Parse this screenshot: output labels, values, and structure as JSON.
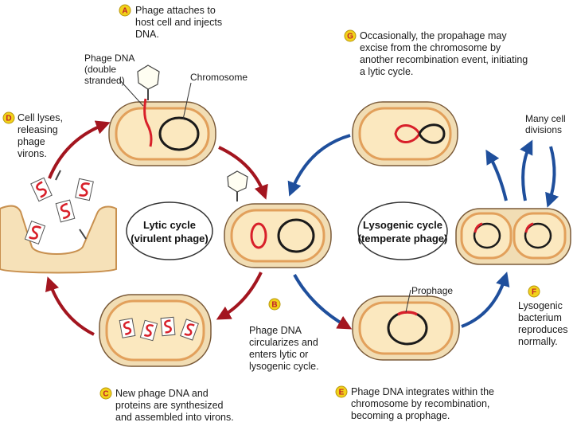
{
  "steps": {
    "A": {
      "letter": "A",
      "lines": [
        "Phage attaches to",
        "host cell and injects",
        "DNA."
      ]
    },
    "B": {
      "letter": "B",
      "lines": [
        "Phage DNA",
        "circularizes and",
        "enters lytic or",
        "lysogenic cycle."
      ]
    },
    "C": {
      "letter": "C",
      "lines": [
        "New phage DNA and",
        "proteins are synthesized",
        "and assembled into virons."
      ]
    },
    "D": {
      "letter": "D",
      "lines": [
        "Cell lyses,",
        "releasing",
        "phage",
        "virons."
      ]
    },
    "E": {
      "letter": "E",
      "lines": [
        "Phage DNA integrates within the",
        "chromosome by recombination,",
        "becoming a prophage."
      ]
    },
    "F": {
      "letter": "F",
      "lines": [
        "Lysogenic",
        "bacterium",
        "reproduces",
        "normally."
      ]
    },
    "G": {
      "letter": "G",
      "lines": [
        "Occasionally, the propahage may",
        "excise from the chromosome by",
        "another recombination event, initiating",
        "a lytic cycle."
      ]
    }
  },
  "labels": {
    "phage_dna": [
      "Phage DNA",
      "(double",
      "stranded)"
    ],
    "chromosome": "Chromosome",
    "prophage": "Prophage",
    "many_divisions": [
      "Many cell",
      "divisions"
    ]
  },
  "cycles": {
    "lytic": [
      "Lytic cycle",
      "(virulent phage)"
    ],
    "lysogenic": [
      "Lysogenic cycle",
      "(temperate phage)"
    ]
  },
  "colors": {
    "step_badge": "#f2d21a",
    "step_letter": "#c0202a",
    "cell_fill": "#fbe8bf",
    "cell_border": "#e2a05b",
    "phage_dna": "#d8202a",
    "chromosome": "#1a1a1a",
    "lytic_arrow": "#a3151f",
    "lysogenic_arrow": "#1f4f9c"
  }
}
